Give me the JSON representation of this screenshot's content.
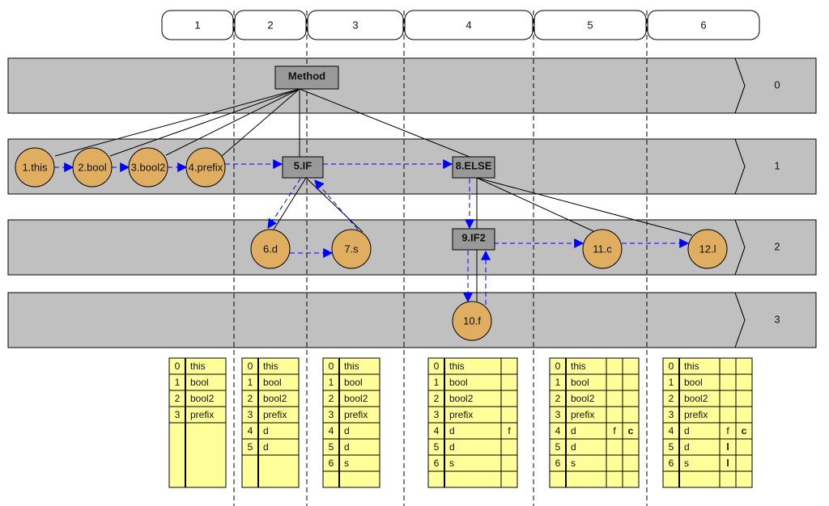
{
  "colors": {
    "lane_fill": "#c0c0c0",
    "node_fill": "#dfae61",
    "box_fill": "#999999",
    "table_fill": "#ffff99",
    "flow_arrow": "#0000ff"
  },
  "columns": [
    "1",
    "2",
    "3",
    "4",
    "5",
    "6"
  ],
  "lanes": [
    "0",
    "1",
    "2",
    "3"
  ],
  "boxes": [
    {
      "id": "method",
      "label": "Method"
    },
    {
      "id": "if5",
      "label": "5.IF"
    },
    {
      "id": "else8",
      "label": "8.ELSE"
    },
    {
      "id": "if9",
      "label": "9.IF2"
    }
  ],
  "nodes": [
    {
      "id": "n1",
      "label": "1.this"
    },
    {
      "id": "n2",
      "label": "2.bool"
    },
    {
      "id": "n3",
      "label": "3.bool2"
    },
    {
      "id": "n4",
      "label": "4.prefix"
    },
    {
      "id": "n6",
      "label": "6.d"
    },
    {
      "id": "n7",
      "label": "7.s"
    },
    {
      "id": "n10",
      "label": "10.f"
    },
    {
      "id": "n11",
      "label": "11.c"
    },
    {
      "id": "n12",
      "label": "12.l"
    }
  ],
  "tables": [
    {
      "rows": [
        [
          "0",
          "this"
        ],
        [
          "1",
          "bool"
        ],
        [
          "2",
          "bool2"
        ],
        [
          "3",
          "prefix"
        ]
      ]
    },
    {
      "rows": [
        [
          "0",
          "this"
        ],
        [
          "1",
          "bool"
        ],
        [
          "2",
          "bool2"
        ],
        [
          "3",
          "prefix"
        ],
        [
          "4",
          "d"
        ],
        [
          "5",
          "d"
        ]
      ]
    },
    {
      "rows": [
        [
          "0",
          "this"
        ],
        [
          "1",
          "bool"
        ],
        [
          "2",
          "bool2"
        ],
        [
          "3",
          "prefix"
        ],
        [
          "4",
          "d"
        ],
        [
          "5",
          "d"
        ],
        [
          "6",
          "s"
        ]
      ]
    },
    {
      "rows": [
        [
          "0",
          "this",
          ""
        ],
        [
          "1",
          "bool",
          ""
        ],
        [
          "2",
          "bool2",
          ""
        ],
        [
          "3",
          "prefix",
          ""
        ],
        [
          "4",
          "d",
          "f"
        ],
        [
          "5",
          "d",
          ""
        ],
        [
          "6",
          "s",
          ""
        ]
      ]
    },
    {
      "rows": [
        [
          "0",
          "this",
          "",
          ""
        ],
        [
          "1",
          "bool",
          "",
          ""
        ],
        [
          "2",
          "bool2",
          "",
          ""
        ],
        [
          "3",
          "prefix",
          "",
          ""
        ],
        [
          "4",
          "d",
          "f",
          "c"
        ],
        [
          "5",
          "d",
          "",
          ""
        ],
        [
          "6",
          "s",
          "",
          ""
        ]
      ]
    },
    {
      "rows": [
        [
          "0",
          "this",
          "",
          ""
        ],
        [
          "1",
          "bool",
          "",
          ""
        ],
        [
          "2",
          "bool2",
          "",
          ""
        ],
        [
          "3",
          "prefix",
          "",
          ""
        ],
        [
          "4",
          "d",
          "f",
          "c"
        ],
        [
          "5",
          "d",
          "l",
          ""
        ],
        [
          "6",
          "s",
          "l",
          ""
        ]
      ]
    }
  ]
}
